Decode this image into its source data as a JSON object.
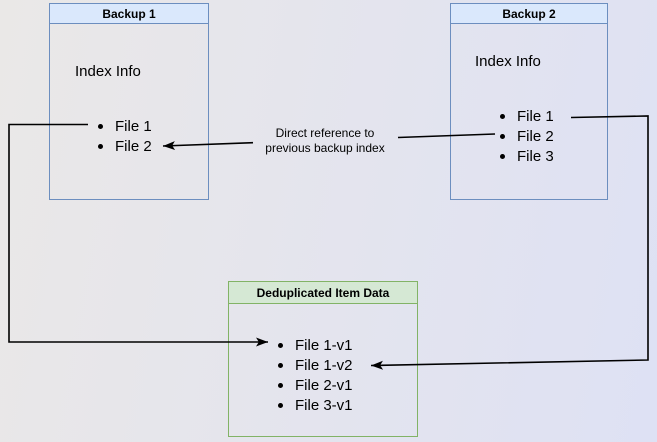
{
  "colors": {
    "blue_border": "#6c8ebf",
    "blue_header_fill": "#dae8fc",
    "green_border": "#82b366",
    "green_header_fill": "#d5e8d4",
    "arrow": "#000000",
    "text": "#000000",
    "bg_left": "#eae8e7",
    "bg_right": "#dee1f4"
  },
  "boxes": {
    "backup1": {
      "title": "Backup 1",
      "info_label": "Index Info",
      "items": [
        "File 1",
        "File 2"
      ]
    },
    "backup2": {
      "title": "Backup 2",
      "info_label": "Index Info",
      "items": [
        "File 1",
        "File 2",
        "File 3"
      ]
    },
    "dedup": {
      "title": "Deduplicated Item Data",
      "items": [
        "File 1-v1",
        "File 1-v2",
        "File 2-v1",
        "File 3-v1"
      ]
    }
  },
  "annotations": {
    "direct_reference": {
      "line1": "Direct reference to",
      "line2": "previous backup index"
    }
  }
}
